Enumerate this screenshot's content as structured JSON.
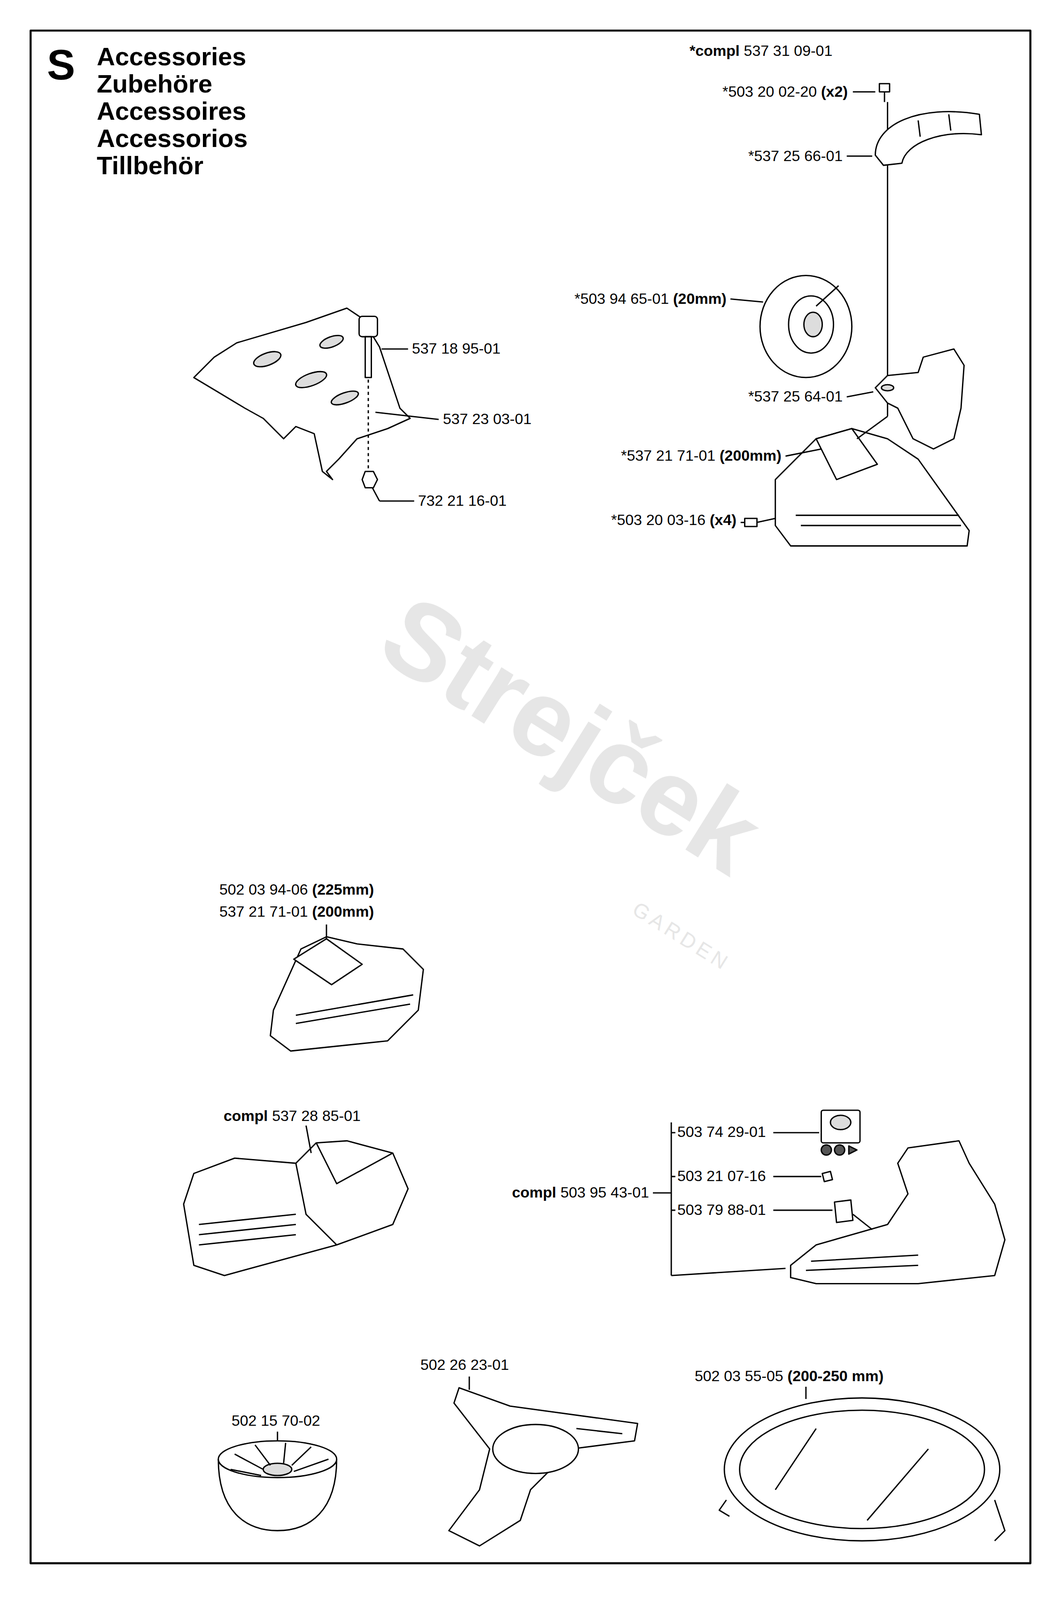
{
  "diagram": {
    "title": "Accessories Zubehöre Accessoires Accessorios Tillbehör",
    "labels": [
      "S",
      "*compl 537 31 09-01",
      "*503 20 02-20 (x2)",
      "*537 25 66-01",
      "*503 94 65-01 (20mm)",
      "*537 25 64-01",
      "*537 21 71-01 (200mm)",
      "*503 20 03-16 (x4)",
      "537 18 95-01",
      "537 23 03-01",
      "732 21 16-01",
      "Strejček",
      "GARDEN",
      "502 03 94-06 (225mm)",
      "537 21 71-01 (200mm)",
      "compl 537 28 85-01",
      "503 74 29-01",
      "503 21 07-16",
      "503 79 88-01",
      "compl 503 95 43-01",
      "502 26 23-01",
      "502 15 70-02",
      "502 03 55-05 (200-250 mm)"
    ]
  }
}
